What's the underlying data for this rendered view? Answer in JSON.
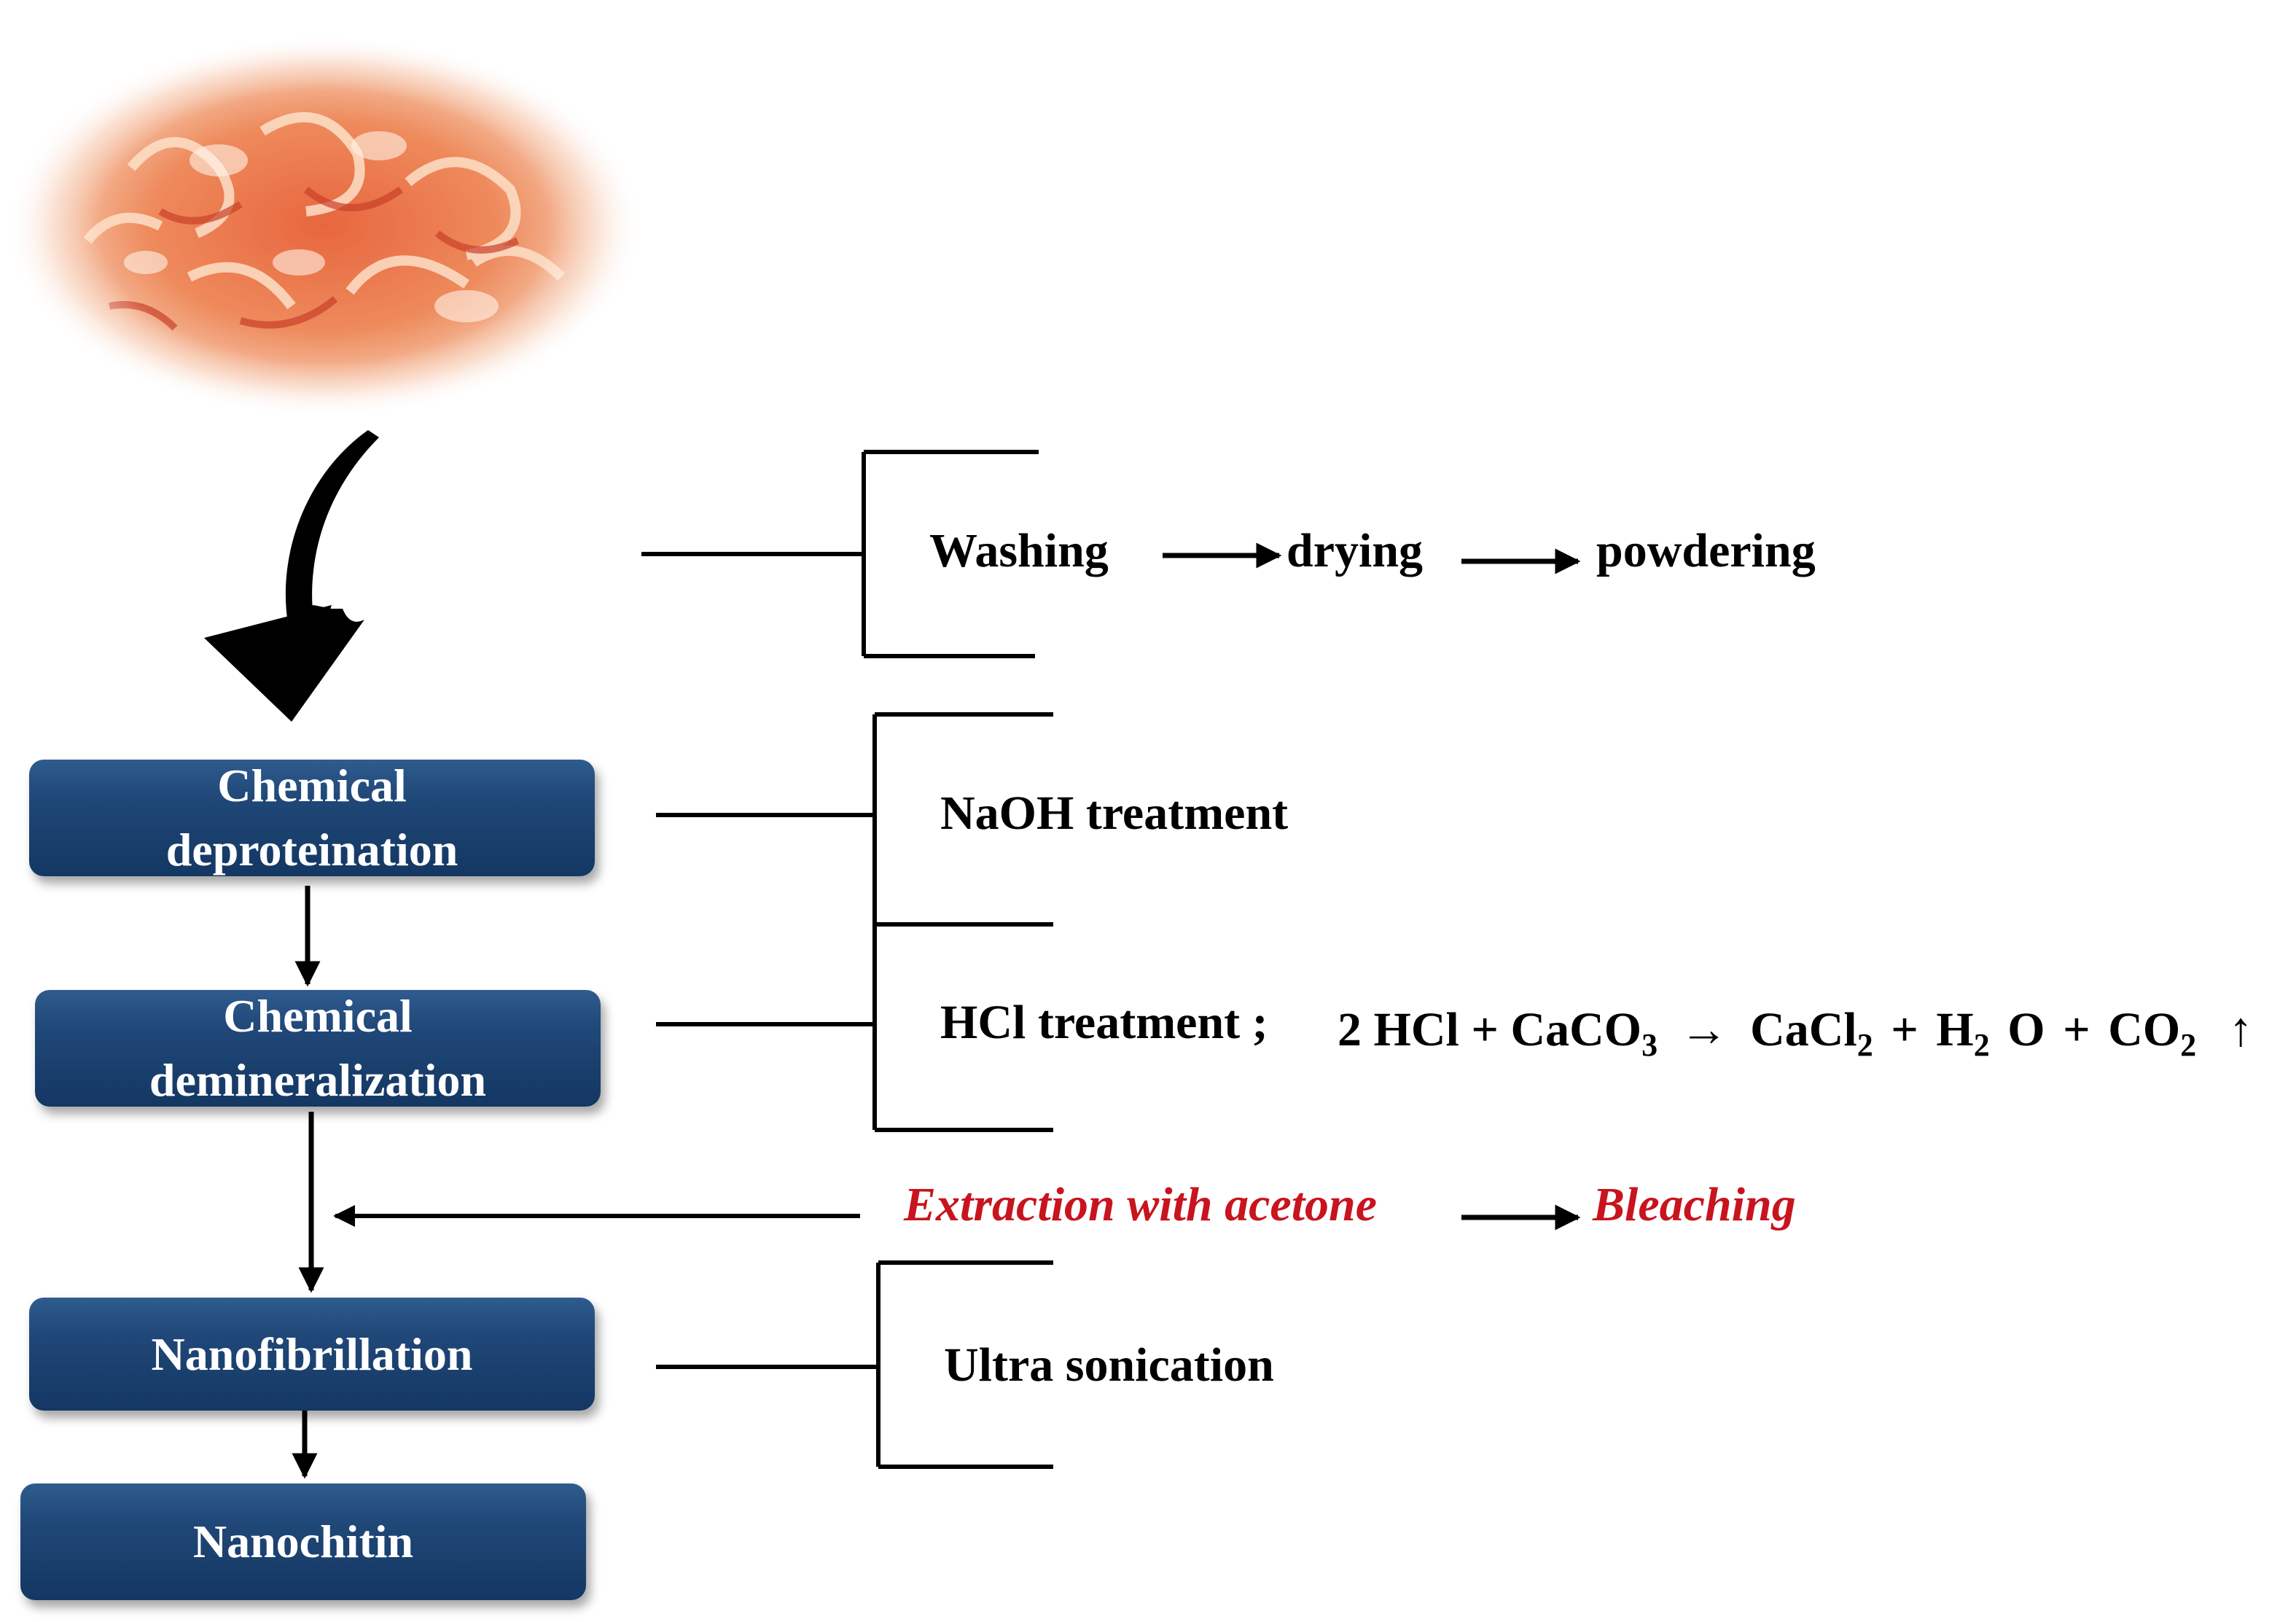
{
  "steps": {
    "deproteination": [
      "Chemical",
      "deproteination"
    ],
    "demineralization": [
      "Chemical",
      "demineralization"
    ],
    "nanofibrillation": "Nanofibrillation",
    "nanochitin": "Nanochitin"
  },
  "pretreatment": {
    "washing": "Washing",
    "drying": "drying",
    "powdering": "powdering"
  },
  "treatments": {
    "naoh": "NaOH treatment",
    "hcl": "HCl treatment ;"
  },
  "equation": {
    "lhs": "2 HCl + CaCO",
    "lhs_sub": "3",
    "arrow": "→",
    "p1": "CaCl",
    "p1_sub": "2",
    "plus1": "+",
    "p2a": "H",
    "p2_sub": "2",
    "p2b": "O",
    "plus2": "+",
    "p3": "CO",
    "p3_sub": "2",
    "gas": "↑"
  },
  "side_process": {
    "extraction": "Extraction with acetone",
    "bleaching": "Bleaching"
  },
  "sonication": "Ultra sonication",
  "colors": {
    "box_blue": "#1f4777",
    "accent_red": "#c8141e"
  },
  "image": "shrimp-shell-photo"
}
